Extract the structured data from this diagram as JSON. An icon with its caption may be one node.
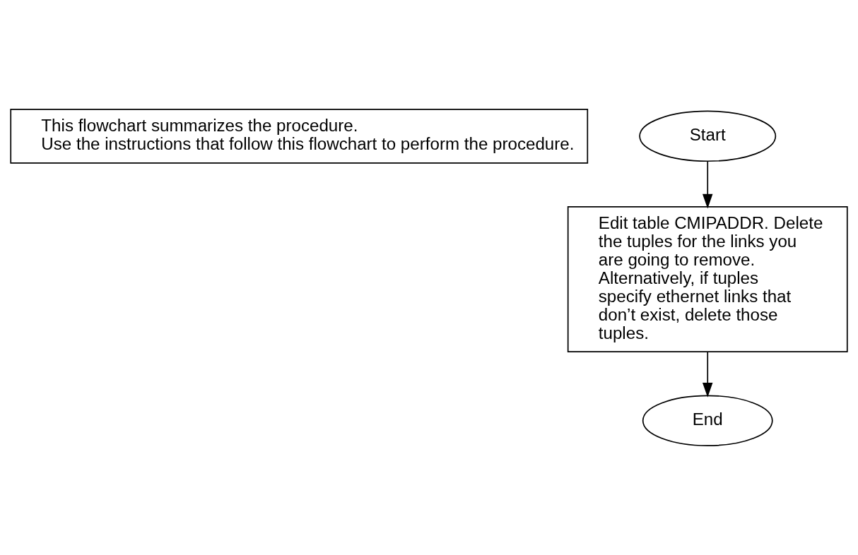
{
  "diagram": {
    "nodes": [
      {
        "text": [
          "This flowchart summarizes the procedure.",
          "Use the instructions that follow this flowchart to perform the procedure."
        ]
      },
      {
        "text": [
          "Start"
        ]
      },
      {
        "text": [
          "Edit table CMIPADDR. Delete the tuples for the links you are going to remove. Alternatively, if tuples specify ethernet links that don’t exist, delete those tuples."
        ]
      },
      {
        "text": [
          "End"
        ]
      }
    ],
    "edges": [
      {
        "from": 1,
        "to": 2,
        "arrow": "to"
      },
      {
        "from": 2,
        "to": 3,
        "arrow": "to"
      }
    ]
  }
}
